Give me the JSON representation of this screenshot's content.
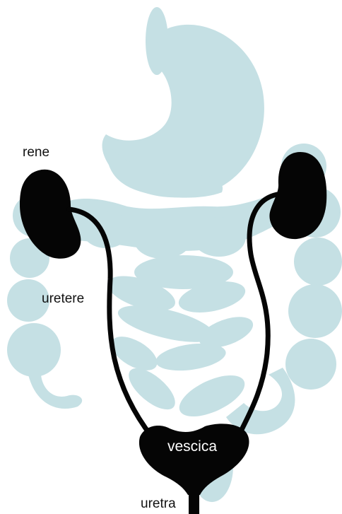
{
  "colors": {
    "digestive_organs": "#c5e0e4",
    "urinary_organs": "#050505",
    "background": "#ffffff",
    "label_text_dark": "#111111",
    "label_text_light": "#ffffff"
  },
  "labels": {
    "kidney": "rene",
    "ureter": "uretere",
    "bladder": "vescica",
    "urethra": "uretra"
  }
}
